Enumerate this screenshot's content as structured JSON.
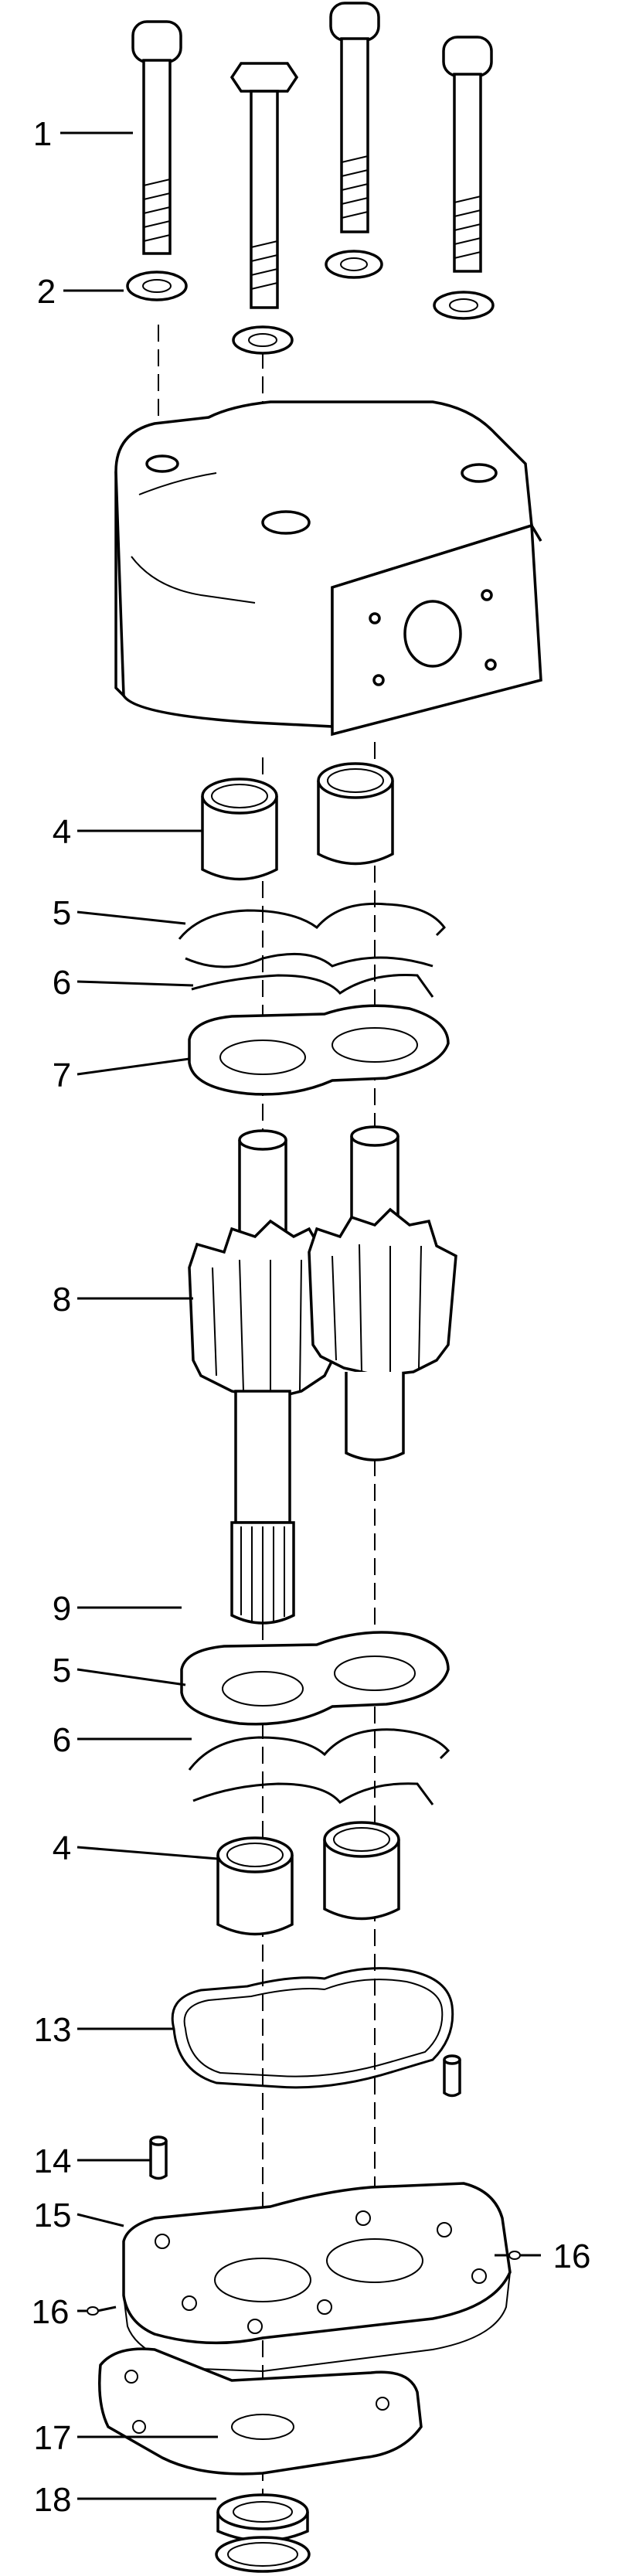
{
  "diagram": {
    "callouts": [
      {
        "id": "c1",
        "text": "1"
      },
      {
        "id": "c2",
        "text": "2"
      },
      {
        "id": "c4a",
        "text": "4"
      },
      {
        "id": "c5a",
        "text": "5"
      },
      {
        "id": "c6a",
        "text": "6"
      },
      {
        "id": "c7",
        "text": "7"
      },
      {
        "id": "c8",
        "text": "8"
      },
      {
        "id": "c9",
        "text": "9"
      },
      {
        "id": "c5b",
        "text": "5"
      },
      {
        "id": "c6b",
        "text": "6"
      },
      {
        "id": "c4b",
        "text": "4"
      },
      {
        "id": "c13",
        "text": "13"
      },
      {
        "id": "c14",
        "text": "14"
      },
      {
        "id": "c15",
        "text": "15"
      },
      {
        "id": "c16a",
        "text": "16"
      },
      {
        "id": "c16b",
        "text": "16"
      },
      {
        "id": "c17",
        "text": "17"
      },
      {
        "id": "c18",
        "text": "18"
      }
    ]
  }
}
